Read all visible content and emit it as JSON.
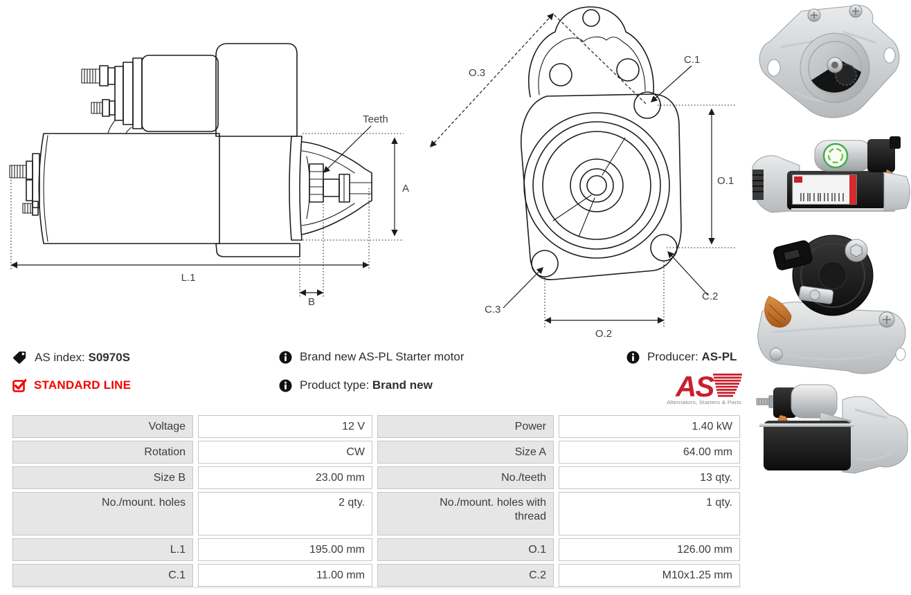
{
  "info": {
    "as_index": {
      "label": "AS index:",
      "value": "S0970S"
    },
    "standard_line": "STANDARD LINE",
    "brand_new": "Brand new AS-PL Starter motor",
    "product_type": {
      "label": "Product type:",
      "value": "Brand new"
    },
    "producer": {
      "label": "Producer:",
      "value": "AS-PL"
    },
    "logo": {
      "text": "AS",
      "caption": "Alternators, Starters & Parts"
    },
    "icons": {
      "as_index": "tag-icon",
      "standard_line": "checkbox-checked-icon",
      "rows": "info-icon"
    }
  },
  "diagram_side": {
    "teeth": "Teeth",
    "a": "A",
    "b": "B",
    "l1": "L.1"
  },
  "diagram_front": {
    "o1": "O.1",
    "o2": "O.2",
    "o3": "O.3",
    "c1": "C.1",
    "c2": "C.2",
    "c3": "C.3"
  },
  "table": {
    "rows": [
      [
        "Voltage",
        "12 V",
        "Power",
        "1.40 kW"
      ],
      [
        "Rotation",
        "CW",
        "Size A",
        "64.00 mm"
      ],
      [
        "Size B",
        "23.00 mm",
        "No./teeth",
        "13 qty."
      ],
      [
        "No./mount. holes",
        "2 qty.",
        "No./mount. holes with thread",
        "1 qty."
      ],
      [
        "L.1",
        "195.00 mm",
        "O.1",
        "126.00 mm"
      ],
      [
        "C.1",
        "11.00 mm",
        "C.2",
        "M10x1.25 mm"
      ]
    ]
  },
  "colors": {
    "accent_red": "#f20000",
    "logo_red": "#c8202c",
    "line_dark": "#1c1c1c",
    "table_label_bg": "#e6e6e6",
    "table_border": "#c6c6c6"
  }
}
